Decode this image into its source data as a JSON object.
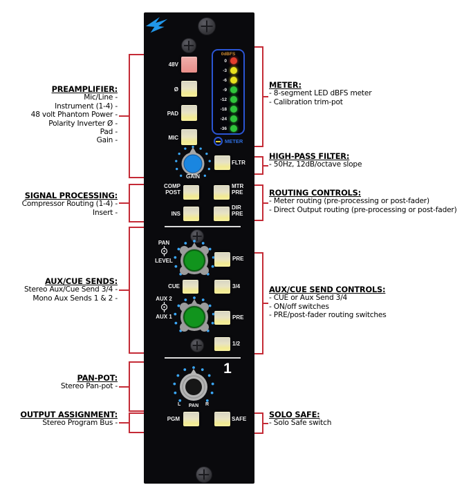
{
  "colors": {
    "annotation_line": "#c42a35",
    "strip_bg": "#0a0a0d",
    "meter_blue": "#2b55d4",
    "logo_blue": "#2196e8",
    "knob_blue": "#1a86e0",
    "knob_green": "#11941d",
    "led_red": "#e23d2e",
    "led_yellow": "#e8e01f",
    "led_green": "#2fc43b"
  },
  "icons": {
    "logo": "api-eagle-logo",
    "screw": "phillips-screw",
    "trimpot": "calibration-trim-pot",
    "pot_symbol": "dual-concentric-pot"
  },
  "annotations": {
    "left": [
      {
        "title": "PREAMPLIFIER:",
        "lines": [
          "Mic/Line -",
          "Instrument (1-4) -",
          "48 volt Phantom Power -",
          "Polarity Inverter Ø -",
          "Pad -",
          "Gain -"
        ]
      },
      {
        "title": "SIGNAL PROCESSING:",
        "lines": [
          "Compressor Routing (1-4) -",
          "Insert -"
        ]
      },
      {
        "title": "AUX/CUE SENDS:",
        "lines": [
          "Stereo Aux/Cue Send 3/4 -",
          "Mono Aux Sends 1 & 2 -"
        ]
      },
      {
        "title": "PAN-POT:",
        "lines": [
          "Stereo Pan-pot -"
        ]
      },
      {
        "title": "OUTPUT ASSIGNMENT:",
        "lines": [
          "Stereo Program Bus -"
        ]
      }
    ],
    "right": [
      {
        "title": "METER:",
        "lines": [
          "- 8-segment LED dBFS meter",
          "- Calibration trim-pot"
        ]
      },
      {
        "title": "HIGH-PASS FILTER:",
        "lines": [
          "- 50Hz, 12dB/octave slope"
        ]
      },
      {
        "title": "ROUTING CONTROLS:",
        "lines": [
          "- Meter routing (pre-processing or post-fader)",
          "- Direct Output routing (pre-processing or post-fader)"
        ]
      },
      {
        "title": "AUX/CUE SEND CONTROLS:",
        "lines": [
          "- CUE or Aux Send 3/4",
          "- ON/off switches",
          "- PRE/post-fader routing switches"
        ]
      },
      {
        "title": "SOLO SAFE:",
        "lines": [
          "- Solo Safe switch"
        ]
      }
    ]
  },
  "strip": {
    "channel_number": "1",
    "meter": {
      "scale_label": "0dBFS",
      "label": "METER",
      "segments": [
        {
          "db": "0",
          "color": "#e23d2e"
        },
        {
          "db": "-3",
          "color": "#e8e01f"
        },
        {
          "db": "-6",
          "color": "#e8e01f"
        },
        {
          "db": "-9",
          "color": "#2fc43b"
        },
        {
          "db": "-12",
          "color": "#2fc43b"
        },
        {
          "db": "-18",
          "color": "#2fc43b"
        },
        {
          "db": "-24",
          "color": "#2fc43b"
        },
        {
          "db": "-36",
          "color": "#2fc43b"
        }
      ]
    },
    "preamp": {
      "phantom": "48V",
      "polarity": "Ø",
      "pad": "PAD",
      "mic": "MIC",
      "gain": "GAIN"
    },
    "filter": "FLTR",
    "routing": {
      "comp": [
        "COMP",
        "POST"
      ],
      "mtr": [
        "MTR",
        "PRE"
      ],
      "ins": "INS",
      "dir": [
        "DIR",
        "PRE"
      ]
    },
    "aux": {
      "pan_level": [
        "PAN",
        "LEVEL"
      ],
      "pre_top": "PRE",
      "cue": "CUE",
      "three_four": "3/4",
      "aux_2": "AUX 2",
      "aux_1": "AUX 1",
      "pre_bottom": "PRE",
      "one_two": "1/2"
    },
    "pan": {
      "l": "L",
      "label": "PAN",
      "r": "R"
    },
    "output": {
      "pgm": "PGM",
      "safe": "SAFE"
    }
  }
}
